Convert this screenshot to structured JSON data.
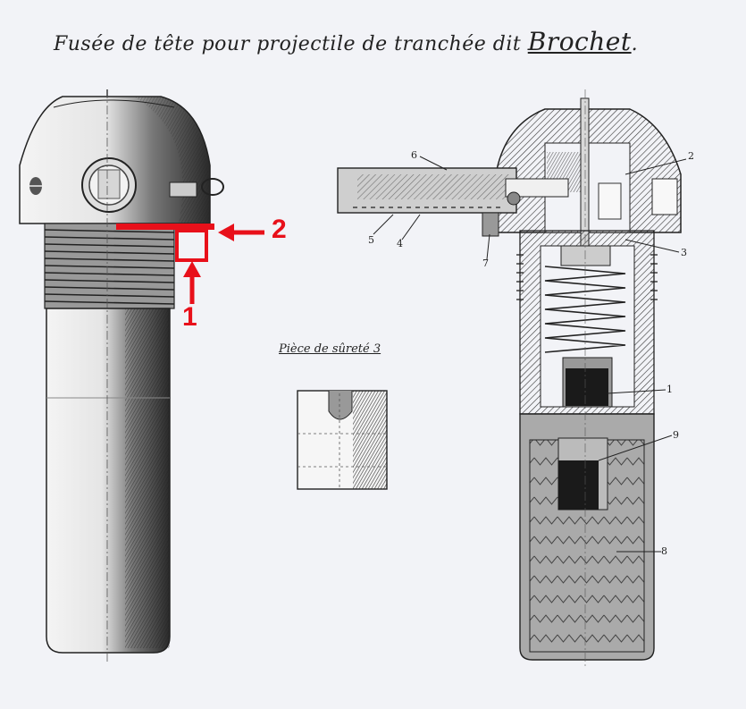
{
  "title": {
    "main": "Fusée de tête pour projectile de tranchée dit",
    "emphasis": "Brochet",
    "end": "."
  },
  "sublabel": "Pièce de sûreté 3",
  "part_numbers": [
    "1",
    "2",
    "3",
    "4",
    "5",
    "6",
    "7",
    "8",
    "9"
  ],
  "callouts": [
    "1",
    "2"
  ],
  "colors": {
    "callout": "#e8101a",
    "ink": "#222222",
    "paper": "#f2f3f7"
  }
}
